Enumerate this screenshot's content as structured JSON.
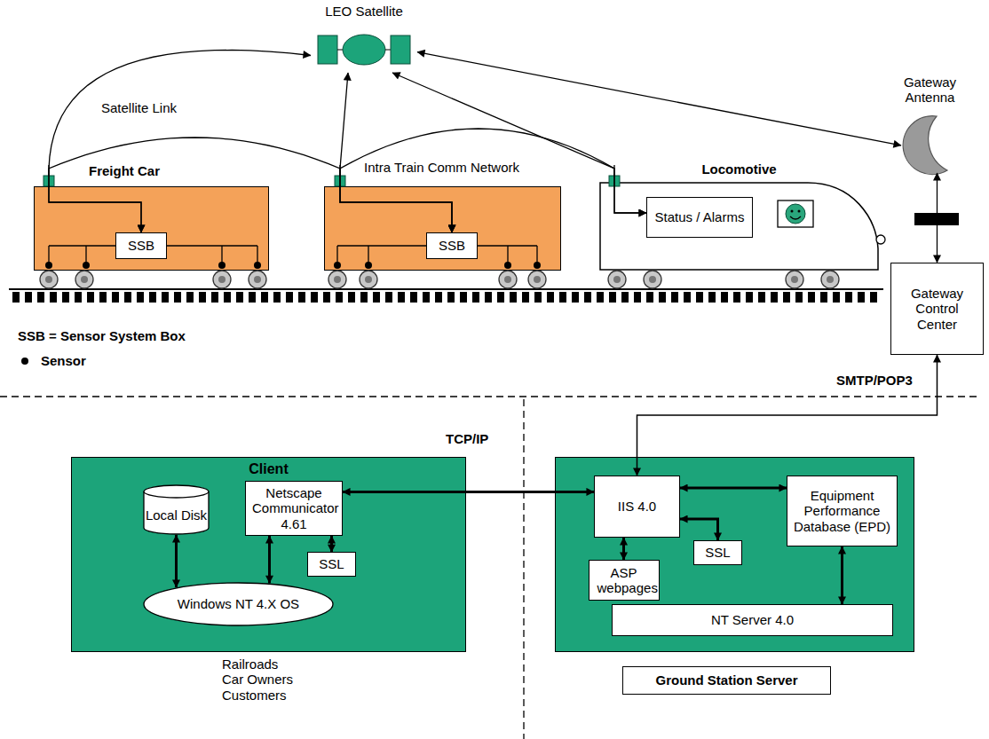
{
  "diagram": {
    "nodes": [
      {
        "text": [
          "LEO Satellite"
        ]
      },
      {
        "text": [
          "Freight Car"
        ]
      },
      {
        "text": [
          "SSB"
        ],
        "in": 1
      },
      {
        "text": [
          "SSB"
        ]
      },
      {
        "text": [
          "Locomotive"
        ]
      },
      {
        "text": [
          "Status / Alarms"
        ],
        "in": 4
      },
      {
        "text": [
          "Gateway Antenna"
        ]
      },
      {
        "text": [
          "Gateway Control Center"
        ]
      },
      {
        "text": [
          "Client"
        ]
      },
      {
        "text": [
          "Local Disk"
        ],
        "in": 8
      },
      {
        "text": [
          "Netscape Communicator 4.61"
        ],
        "in": 8
      },
      {
        "text": [
          "SSL"
        ],
        "in": 8
      },
      {
        "text": [
          "Windows NT 4.X OS"
        ],
        "in": 8
      },
      {
        "text": [
          "Ground Station Server"
        ]
      },
      {
        "text": [
          "IIS 4.0"
        ],
        "in": 13
      },
      {
        "text": [
          "Equipment Performance Database (EPD)"
        ],
        "in": 13
      },
      {
        "text": [
          "ASP webpages"
        ],
        "in": 13
      },
      {
        "text": [
          "SSL"
        ],
        "in": 13
      },
      {
        "text": [
          "NT Server 4.0"
        ],
        "in": 13
      }
    ],
    "edges": [
      {
        "from": 0,
        "to": 2,
        "arrow": "both",
        "label": "Satellite Link"
      },
      {
        "from": 0,
        "to": 3,
        "arrow": "both"
      },
      {
        "from": 0,
        "to": 5,
        "arrow": "both"
      },
      {
        "from": 2,
        "to": 3,
        "arrow": "both"
      },
      {
        "from": 3,
        "to": 5,
        "arrow": "both",
        "label": "Intra Train Comm Network"
      },
      {
        "from": 0,
        "to": 6,
        "arrow": "both"
      },
      {
        "from": 6,
        "to": 7,
        "arrow": "both"
      },
      {
        "from": 7,
        "to": 14,
        "arrow": "both",
        "label": "SMTP/POP3"
      },
      {
        "from": 10,
        "to": 14,
        "arrow": "both",
        "label": "TCP/IP"
      },
      {
        "from": 9,
        "to": 12,
        "arrow": "both"
      },
      {
        "from": 10,
        "to": 12,
        "arrow": "both"
      },
      {
        "from": 10,
        "to": 11,
        "arrow": "both"
      },
      {
        "from": 14,
        "to": 15,
        "arrow": "both"
      },
      {
        "from": 14,
        "to": 17,
        "arrow": "both"
      },
      {
        "from": 14,
        "to": 16,
        "arrow": "both"
      },
      {
        "from": 15,
        "to": 18,
        "arrow": "both"
      }
    ],
    "labels": [
      "SSB = Sensor System Box",
      "Railroads Car Owners Customers"
    ],
    "legend": [
      {
        "text": "Sensor"
      }
    ]
  }
}
